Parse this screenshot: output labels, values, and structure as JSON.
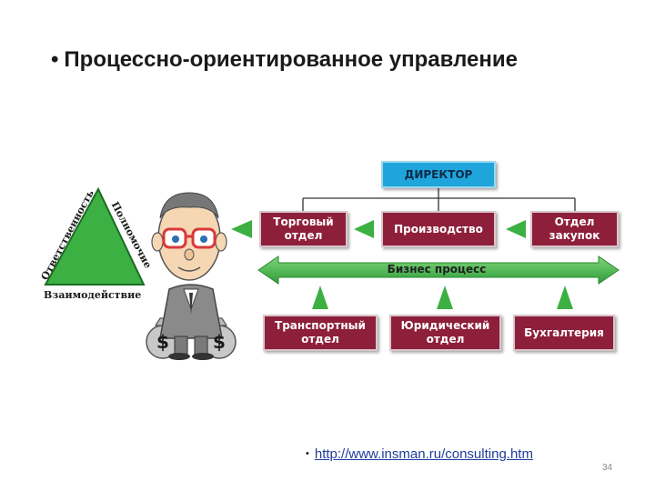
{
  "title": "Процессно-ориентированное управление",
  "title_bullet": "•",
  "triangle": {
    "left_label": "Ответственность",
    "right_label": "Полномочие",
    "bottom_label": "Взаимодействие",
    "color": "#3cb043"
  },
  "org": {
    "director": "ДИРЕКТОР",
    "top_departments": [
      "Торговый\nотдел",
      "Производство",
      "Отдел\nзакупок"
    ],
    "bottom_departments": [
      "Транспортный\nотдел",
      "Юридический\nотдел",
      "Бухгалтерия"
    ],
    "business_process": "Бизнес процесс",
    "box_color": "#8e1f3b",
    "director_color": "#1ea6dc",
    "arrow_color": "#3cb043"
  },
  "character": {
    "money_symbol": "$"
  },
  "footer": {
    "bullet": "•",
    "link": "http://www.insman.ru/consulting.htm",
    "page_number": "34"
  }
}
